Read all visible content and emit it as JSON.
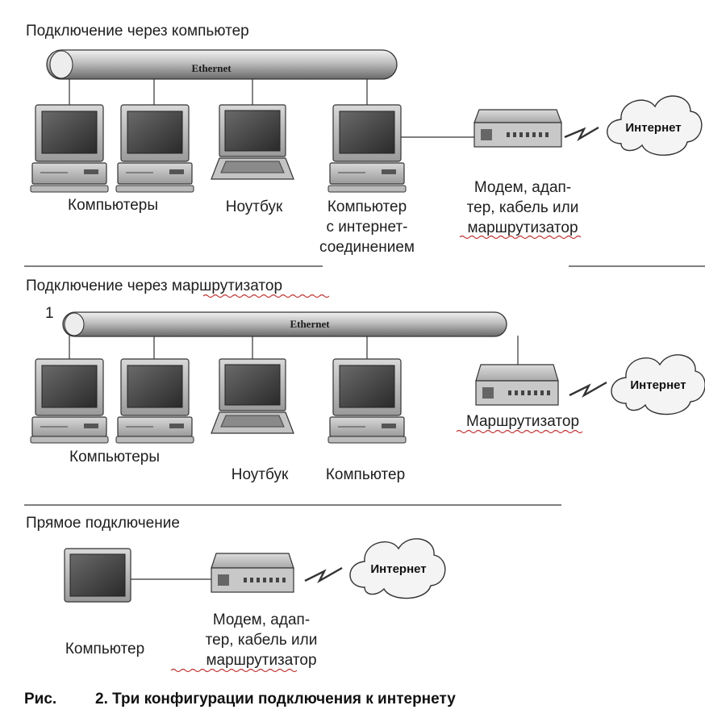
{
  "sections": [
    {
      "title": "Подключение через компьютер",
      "bus_label": "Ethernet",
      "labels": {
        "computers": "Компьютеры",
        "notebook": "Ноутбук",
        "host": [
          "Компьютер",
          "с интернет-",
          "соединением"
        ],
        "device": [
          "Модем, адап-",
          "тер, кабель или",
          "маршрутизатор"
        ],
        "cloud": "Интернет"
      }
    },
    {
      "title": "Подключение через маршрутизатор",
      "marker": "1",
      "bus_label": "Ethernet",
      "labels": {
        "computers": "Компьютеры",
        "notebook": "Ноутбук",
        "computer": "Компьютер",
        "device": "Маршрутизатор",
        "cloud": "Интернет"
      }
    },
    {
      "title": "Прямое подключение",
      "labels": {
        "computer": "Компьютер",
        "device": [
          "Модем, адап-",
          "тер, кабель или",
          "маршрутизатор"
        ],
        "cloud": "Интернет"
      }
    }
  ],
  "caption": {
    "prefix": "Рис.",
    "text": "2. Три конфигурации подключения к интернету"
  }
}
